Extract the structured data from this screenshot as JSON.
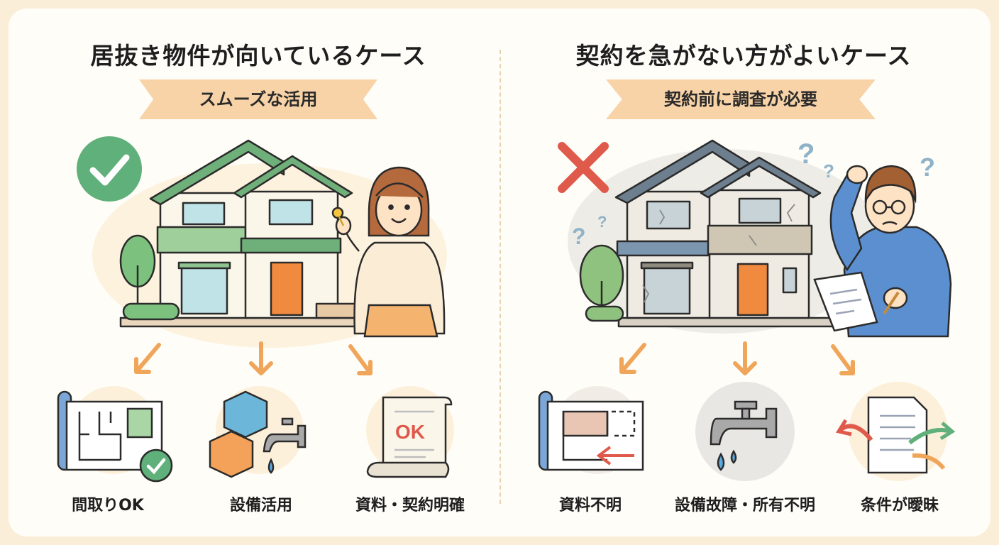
{
  "left": {
    "title": "居抜き物件が向いているケース",
    "ribbon": "スムーズな活用",
    "items": [
      {
        "label": "間取りOK",
        "icon": "floorplan-check-icon"
      },
      {
        "label": "設備活用",
        "icon": "boxes-faucet-icon"
      },
      {
        "label": "資料・契約明確",
        "icon": "ok-document-icon"
      }
    ],
    "doc_stamp": "OK"
  },
  "right": {
    "title": "契約を急がない方がよいケース",
    "ribbon": "契約前に調査が必要",
    "items": [
      {
        "label": "資料不明",
        "icon": "unclear-floorplan-icon"
      },
      {
        "label": "設備故障・所有不明",
        "icon": "broken-faucet-icon"
      },
      {
        "label": "条件が曖昧",
        "icon": "ambiguous-document-icon"
      }
    ]
  },
  "colors": {
    "background": "#fbeed8",
    "ribbon": "#f8d3a7",
    "check_green": "#5fb07a",
    "cross_red": "#e05a4c",
    "arrow_orange": "#f0a65a"
  }
}
